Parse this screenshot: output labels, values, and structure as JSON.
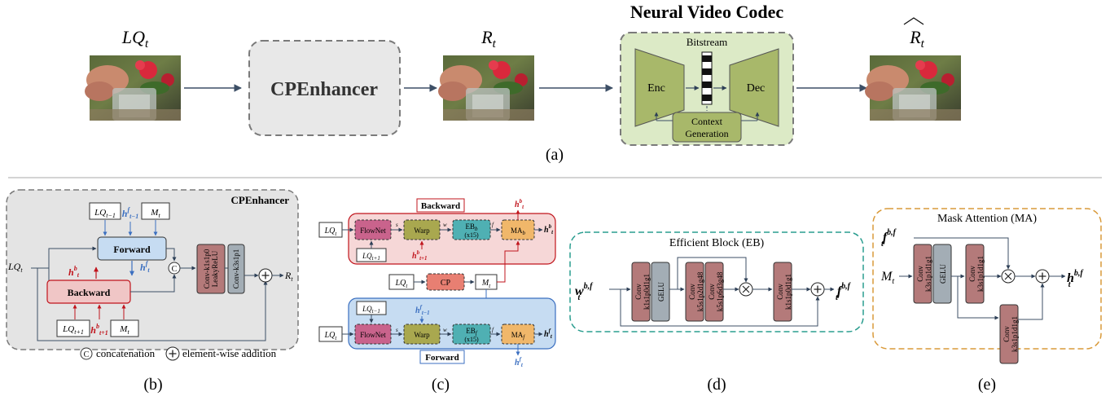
{
  "top": {
    "codec_title": "Neural Video Codec",
    "lq_label_main": "LQ",
    "lq_label_sub": "t",
    "r_label_main": "R",
    "r_label_sub": "t",
    "rhat_label_main": "R",
    "rhat_label_sub": "t",
    "cpenhancer": "CPEnhancer",
    "enc": "Enc",
    "dec": "Dec",
    "bitstream": "Bitstream",
    "context_line1": "Context",
    "context_line2": "Generation",
    "caption": "(a)"
  },
  "b": {
    "title": "CPEnhancer",
    "lqtm1": "LQ",
    "lqtm1_sub": "t−1",
    "hf_tm1": "h",
    "hf_tm1_sup": "f",
    "hf_tm1_sub": "t−1",
    "mt_top": "M",
    "mt_top_sub": "t",
    "forward": "Forward",
    "backward": "Backward",
    "hb_out": "h",
    "hb_out_sup": "b",
    "hb_out_sub": "t",
    "hf_out": "h",
    "hf_out_sup": "f",
    "hf_out_sub": "t",
    "lqt": "LQ",
    "lqt_sub": "t",
    "conv1_line1": "Conv-k1s1p0",
    "conv1_line2": "LeakyReLU",
    "conv2": "Conv-k3s1p1",
    "rt": "R",
    "rt_sub": "t",
    "lqtp1": "LQ",
    "lqtp1_sub": "t+1",
    "hb_tp1": "h",
    "hb_tp1_sup": "b",
    "hb_tp1_sub": "t+1",
    "mt_bot": "M",
    "mt_bot_sub": "t",
    "concat_symbol": "C",
    "concat_label": "concatenation",
    "add_symbol": "+",
    "add_label": "element-wise addition",
    "caption": "(b)"
  },
  "c": {
    "backward_tag": "Backward",
    "forward_tag": "Forward",
    "lqt": "LQ",
    "lqt_sub": "t",
    "flownet": "FlowNet",
    "warp": "Warp",
    "eb_b_line1": "EB",
    "eb_b_sub": "b",
    "eb_b_line2": "(x15)",
    "ma_b": "MA",
    "ma_b_sub": "b",
    "hb_t": "h",
    "hb_t_sup": "b",
    "hb_t_sub": "t",
    "lqtp1": "LQ",
    "lqtp1_sub": "t+1",
    "hb_tp1": "h",
    "hb_tp1_sup": "b",
    "hb_tp1_sub": "t+1",
    "s_b": "s",
    "w_b": "w",
    "f_b": "f",
    "cp": "CP",
    "mt": "M",
    "mt_sub": "t",
    "lqtm1": "LQ",
    "lqtm1_sub": "t−1",
    "hf_tm1": "h",
    "hf_tm1_sup": "f",
    "hf_tm1_sub": "t−1",
    "eb_f_line1": "EB",
    "eb_f_sub": "f",
    "eb_f_line2": "(x15)",
    "ma_f": "MA",
    "ma_f_sub": "f",
    "hf_t": "h",
    "hf_t_sup": "f",
    "hf_t_sub": "t",
    "caption": "(c)"
  },
  "d": {
    "title": "Efficient Block (EB)",
    "w_in": "w",
    "w_sup": "b,f",
    "w_sub": "t",
    "conv1": "Conv",
    "conv1_param": "k1s1p0d1g1",
    "gelu": "GELU",
    "conv2": "Conv",
    "conv2_param": "k5s1p2d1g48",
    "conv3": "Conv",
    "conv3_param": "k5s1p6d3g48",
    "conv4": "Conv",
    "conv4_param": "k1s1p0d1g1",
    "f_out": "f",
    "f_sup": "b,f",
    "f_sub": "t",
    "caption": "(d)"
  },
  "e": {
    "title": "Mask Attention (MA)",
    "f_in": "f",
    "f_sup": "b,f",
    "f_sub": "t",
    "m_in": "M",
    "m_sub": "t",
    "conv1": "Conv",
    "conv1_param": "k3s1p1d1g1",
    "gelu": "GELU",
    "conv2": "Conv",
    "conv2_param": "k3s1p1d1g1",
    "conv3": "Conv",
    "conv3_param": "k3s1p1d1g1",
    "h_out": "h",
    "h_sup": "b,f",
    "h_sub": "t",
    "caption": "(e)"
  },
  "colors": {
    "arrow": "#3d4f66",
    "forward_fill": "#c6dcf2",
    "backward_fill": "#f0c6c6",
    "conv_fill": "#b47a7a",
    "gelu_fill": "#a3adb5",
    "codec_fill": "#dceac6",
    "enc_fill": "#a8b86a",
    "cpenhancer_fill": "#e8e8e8",
    "flownet_fill": "#c9638c",
    "warp_fill": "#a9a84f",
    "eb_fill": "#4fb0b3",
    "ma_fill": "#f0b76a",
    "cp_fill": "#e87f72",
    "teal_border": "#2a9d8f",
    "orange_border": "#d99a3a",
    "red_text": "#c0141c",
    "blue_text": "#3b6fc0"
  },
  "icons": [
    "photo-thumbnail",
    "bitstream-icon",
    "multiply-icon",
    "plus-circle-icon",
    "concat-circle-icon"
  ]
}
